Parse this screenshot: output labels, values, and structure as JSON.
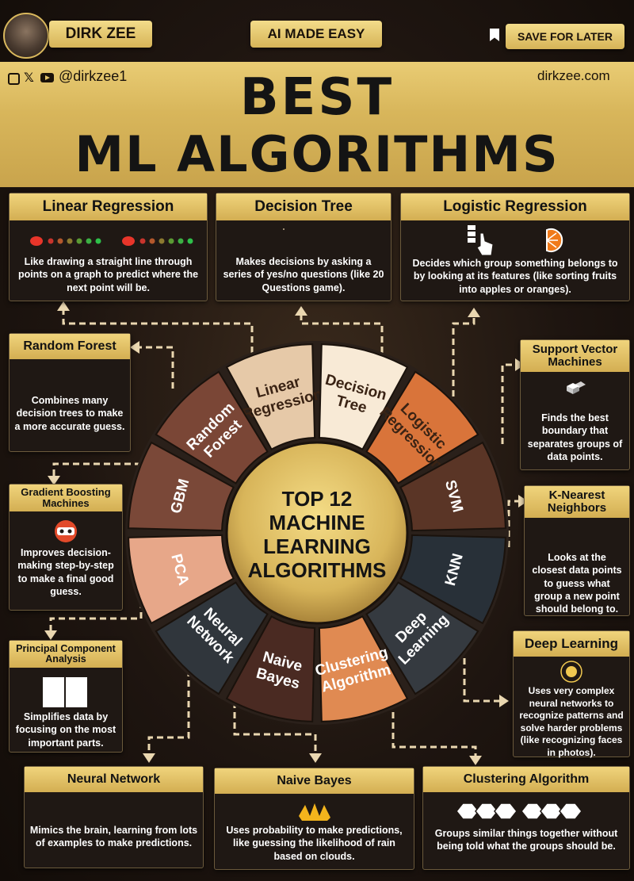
{
  "header": {
    "author": "DIRK ZEE",
    "tagline": "AI MADE EASY",
    "save": "SAVE FOR LATER",
    "handle": "@dirkzee1",
    "website": "dirkzee.com",
    "title_line1": "BEST",
    "title_line2": "ML ALGORITHMS"
  },
  "center": {
    "line1": "TOP 12",
    "line2": "MACHINE",
    "line3": "LEARNING",
    "line4": "ALGORITHMS"
  },
  "wheel": [
    {
      "l1": "Linear",
      "l2": "Regression"
    },
    {
      "l1": "Decision",
      "l2": "Tree"
    },
    {
      "l1": "Logistic",
      "l2": "Regression"
    },
    {
      "l1": "SVM",
      "l2": ""
    },
    {
      "l1": "KNN",
      "l2": ""
    },
    {
      "l1": "Deep",
      "l2": "Learning"
    },
    {
      "l1": "Clustering",
      "l2": "Algorithm"
    },
    {
      "l1": "Naive",
      "l2": "Bayes"
    },
    {
      "l1": "Neural",
      "l2": "Network"
    },
    {
      "l1": "PCA",
      "l2": ""
    },
    {
      "l1": "GBM",
      "l2": ""
    },
    {
      "l1": "Random",
      "l2": "Forest"
    }
  ],
  "cards": {
    "linear": {
      "title": "Linear Regression",
      "text": "Like drawing a straight line through points on a graph to predict where the next point will be."
    },
    "tree": {
      "title": "Decision Tree",
      "text": "Makes decisions by asking a series of yes/no questions (like 20 Questions game)."
    },
    "logistic": {
      "title": "Logistic Regression",
      "text": "Decides which group something belongs to by looking at its features (like sorting fruits into apples or oranges)."
    },
    "forest": {
      "title": "Random Forest",
      "text": "Combines many decision trees to make a more accurate guess."
    },
    "svm": {
      "title": "Support Vector Machines",
      "text": "Finds the best boundary that separates groups of data points."
    },
    "gbm": {
      "title": "Gradient Boosting Machines",
      "text": "Improves decision-making step-by-step to make a final good guess."
    },
    "knn": {
      "title": "K-Nearest Neighbors",
      "text": "Looks at the closest data points to guess what group a new point should belong to."
    },
    "pca": {
      "title": "Principal Component Analysis",
      "text": "Simplifies data by focusing on the most important parts."
    },
    "deep": {
      "title": "Deep Learning",
      "text": "Uses very complex neural networks to recognize patterns and solve harder problems (like recognizing faces in photos)."
    },
    "neural": {
      "title": "Neural Network",
      "text": "Mimics the brain, learning from lots of examples to make predictions."
    },
    "bayes": {
      "title": "Naive Bayes",
      "text": "Uses probability to make predictions, like guessing the likelihood of rain based on clouds."
    },
    "cluster": {
      "title": "Clustering Algorithm",
      "text": "Groups similar things together without being told what the groups should be."
    }
  },
  "colors": {
    "gold": "#e3c469",
    "dark": "#1f1814"
  }
}
